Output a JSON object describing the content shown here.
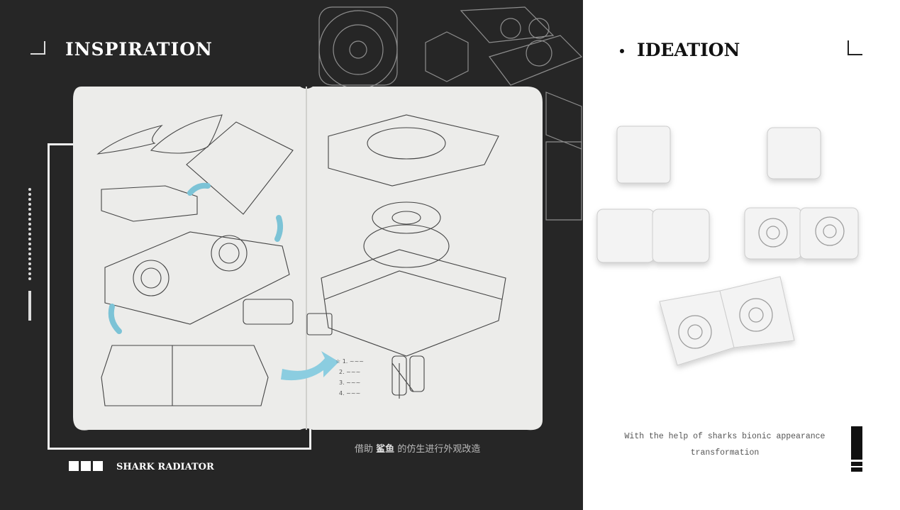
{
  "left": {
    "title": "INSPIRATION",
    "caption_prefix": "借助",
    "caption_highlight": "鲨鱼",
    "caption_suffix": "的仿生进行外观改造",
    "label": "SHARK RADIATOR"
  },
  "right": {
    "title": "IDEATION",
    "description_line1": "With the help of sharks bionic appearance",
    "description_line2": "transformation"
  },
  "colors": {
    "dark_bg": "#262626",
    "light_bg": "#ffffff",
    "sketch_accent": "#7cc3d6"
  }
}
